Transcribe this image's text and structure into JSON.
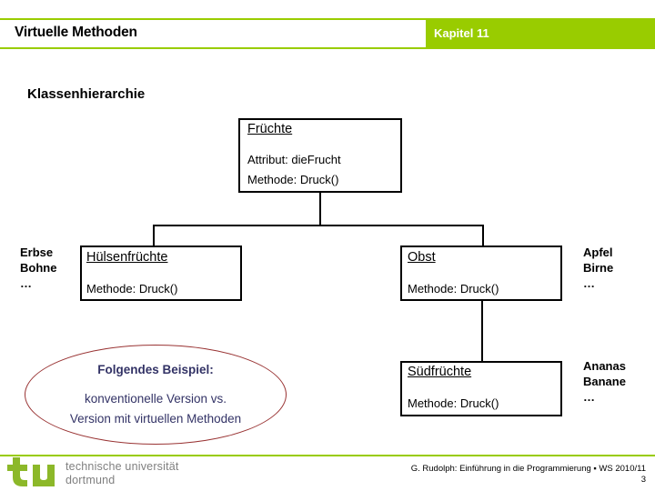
{
  "header": {
    "title": "Virtuelle Methoden",
    "chapter": "Kapitel 11",
    "band_color": "#99cc00",
    "chapter_text_color": "#ffffff"
  },
  "slide": {
    "heading": "Klassenhierarchie"
  },
  "diagram": {
    "type": "class-hierarchy",
    "classes": [
      {
        "id": "fruechte",
        "name": "Früchte",
        "attribute": "Attribut: dieFrucht",
        "method": "Methode: Druck()",
        "level": 0
      },
      {
        "id": "huelsenfruechte",
        "name": "Hülsenfrüchte",
        "method": "Methode: Druck()",
        "level": 1,
        "instances": "Erbse\nBohne\n…"
      },
      {
        "id": "obst",
        "name": "Obst",
        "method": "Methode: Druck()",
        "level": 1,
        "instances": "Apfel\nBirne\n…"
      },
      {
        "id": "suedfruechte",
        "name": "Südfrüchte",
        "method": "Methode: Druck()",
        "level": 2,
        "instances": "Ananas\nBanane\n…"
      }
    ],
    "instance_labels": {
      "huelsenfruechte": [
        "Erbse",
        "Bohne",
        "…"
      ],
      "obst": [
        "Apfel",
        "Birne",
        "…"
      ],
      "suedfruechte": [
        "Ananas",
        "Banane",
        "…"
      ]
    },
    "edges": [
      {
        "from": "fruechte",
        "to": "huelsenfruechte"
      },
      {
        "from": "fruechte",
        "to": "obst"
      },
      {
        "from": "obst",
        "to": "suedfruechte"
      }
    ]
  },
  "callout": {
    "title": "Folgendes Beispiel:",
    "body_line1": "konventionelle Version vs.",
    "body_line2": "Version mit virtuellen Methoden",
    "outline_color": "#993333",
    "text_color": "#333366"
  },
  "footer": {
    "logo_mark": "tu",
    "university_line1": "technische universität",
    "university_line2": "dortmund",
    "credit": "G. Rudolph: Einführung in die Programmierung ▪ WS 2010/11",
    "page_number": "3",
    "rule_color": "#99cc00"
  }
}
